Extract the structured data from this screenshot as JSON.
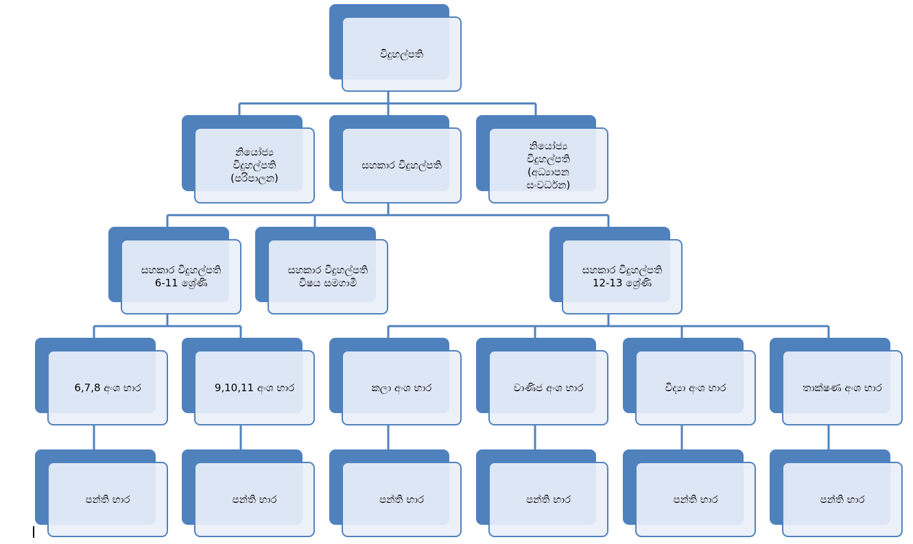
{
  "colors": {
    "box_back": "#4f81bd",
    "box_front": "#e9eff8",
    "connector": "#4f81bd"
  },
  "chart": {
    "root": {
      "label": "විදුහල්පති"
    },
    "level2": [
      {
        "label": "නියෝජ්‍ය\nවිදුහල්පති\n(පරිපාලන)"
      },
      {
        "label": "සහකාර විදුහල්පති"
      },
      {
        "label": "නියෝජ්‍ය\nවිදුහල්පති\n(අධ්‍යාපන\nසංවර්ධන)"
      }
    ],
    "level3": [
      {
        "label": "සහකාර විදුහල්පති\n6-11 ශ්‍රේණි"
      },
      {
        "label": "සහකාර විදුහල්පති\nවිෂය සමගාමී"
      },
      {
        "label": "සහකාර විදුහල්පති\n12-13 ශ්‍රේණි"
      }
    ],
    "level4": [
      {
        "label": "6,7,8 අංශ භාර"
      },
      {
        "label": "9,10,11 අංශ භාර"
      },
      {
        "label": "කලා අංශ භාර"
      },
      {
        "label": "වාණිජ අංශ භාර"
      },
      {
        "label": "විද්‍යා අංශ භාර"
      },
      {
        "label": "තාක්ෂණ අංශ භාර"
      }
    ],
    "level5": [
      {
        "label": "පන්ති භාර"
      },
      {
        "label": "පන්ති භාර"
      },
      {
        "label": "පන්ති භාර"
      },
      {
        "label": "පන්ති භාර"
      },
      {
        "label": "පන්ති භාර"
      },
      {
        "label": "පන්ති භාර"
      }
    ]
  }
}
